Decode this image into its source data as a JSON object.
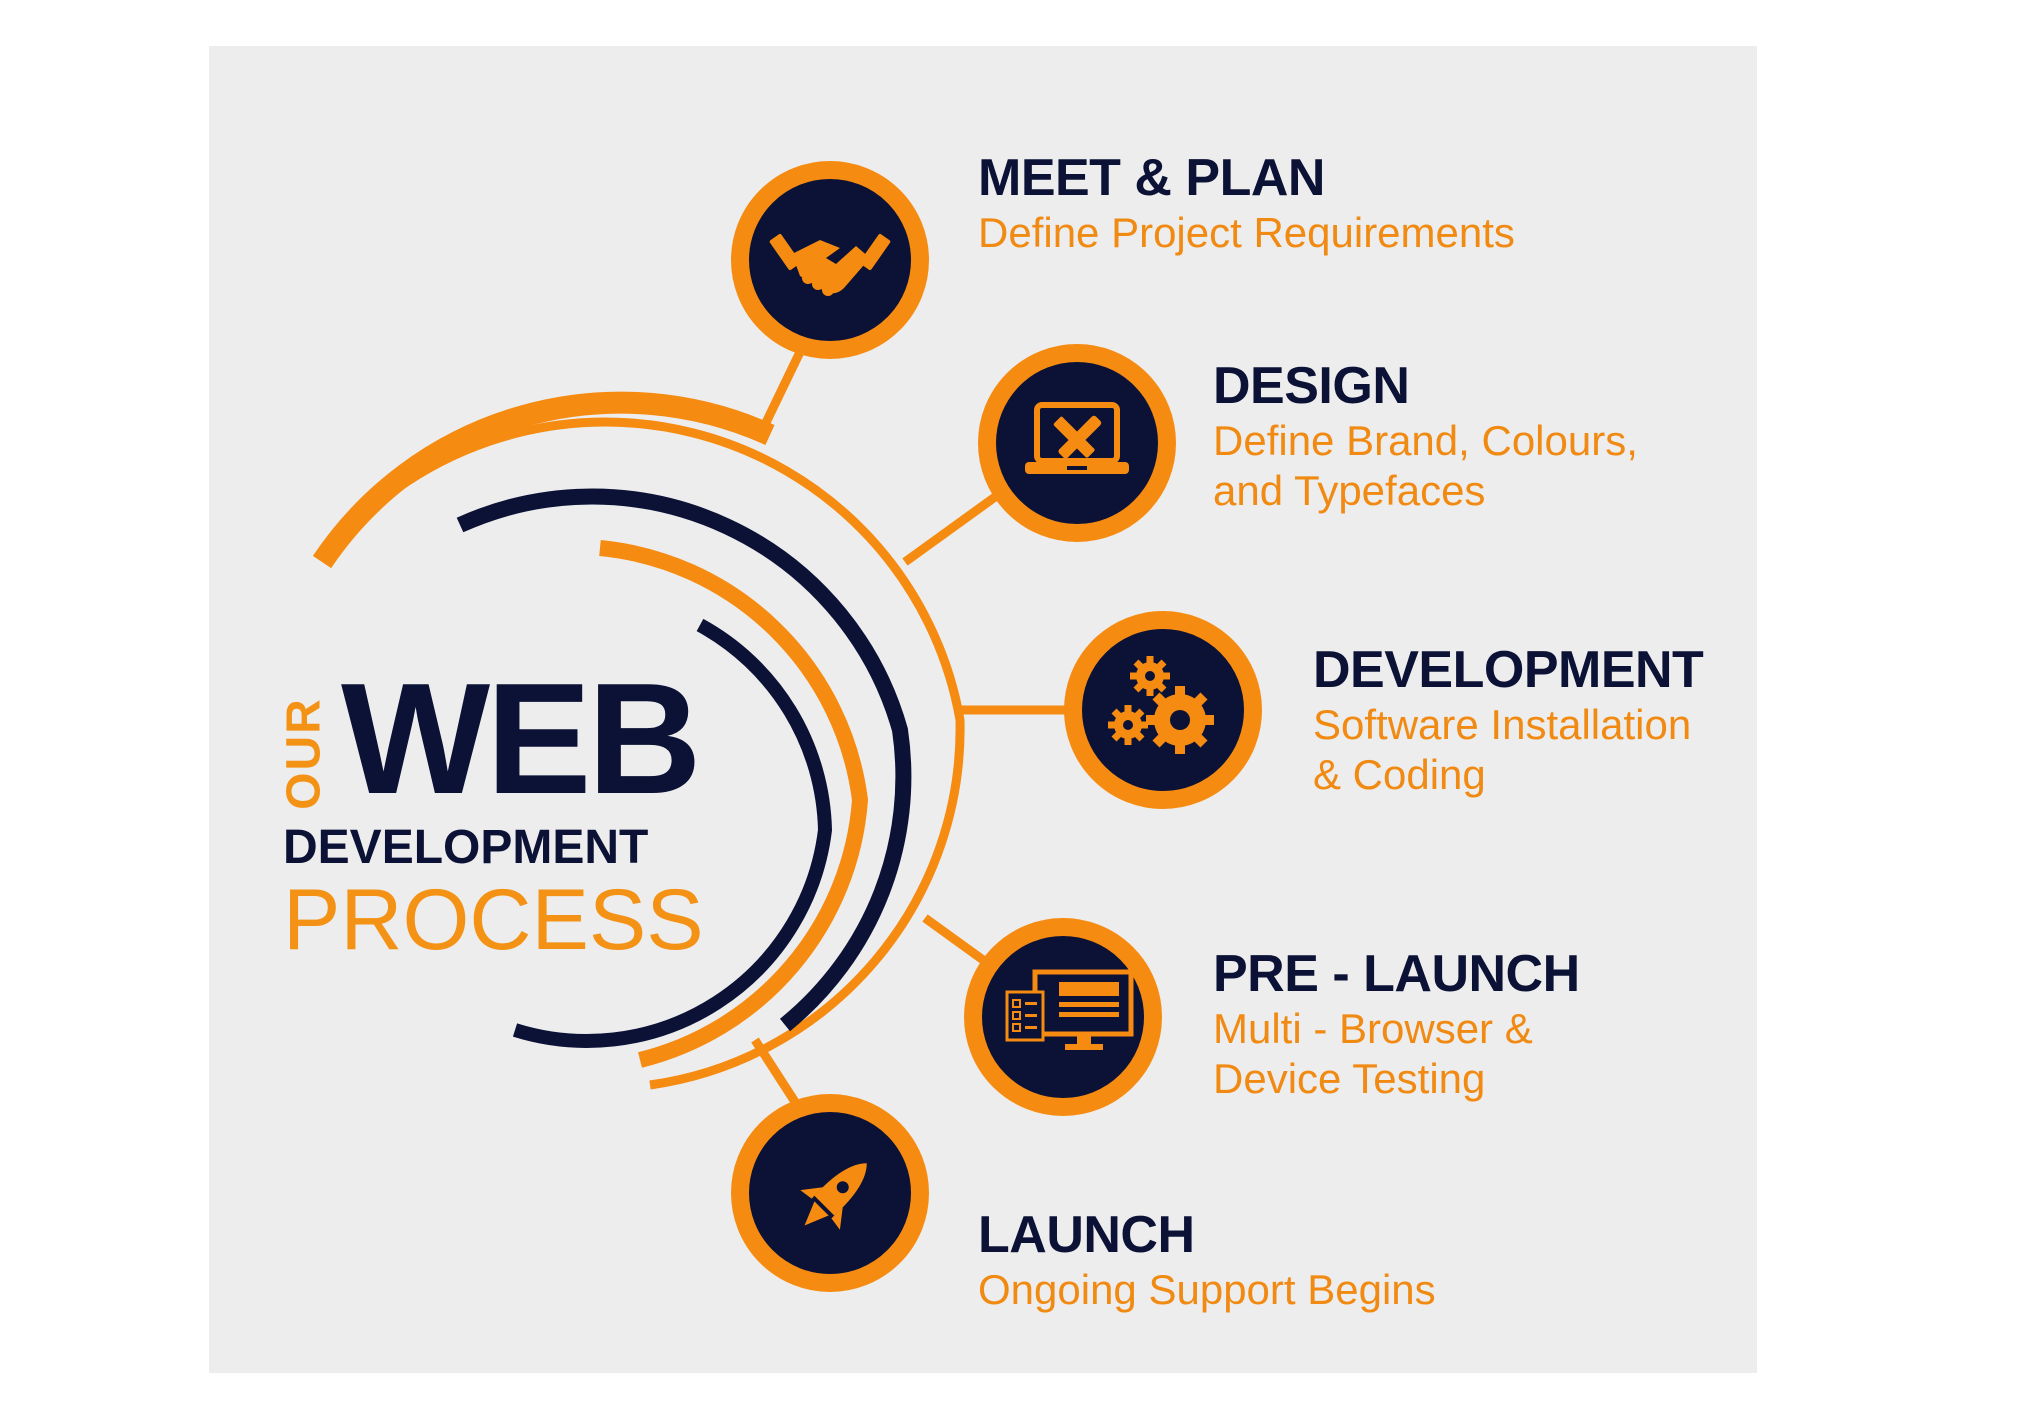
{
  "colors": {
    "background": "#ffffff",
    "card": "#ededed",
    "orange": "#f68b11",
    "navy": "#0c1236"
  },
  "title": {
    "our": "OUR",
    "web": "WEB",
    "development": "DEVELOPMENT",
    "process": "PROCESS"
  },
  "steps": [
    {
      "title": "MEET & PLAN",
      "description": "Define Project Requirements",
      "icon": "handshake-icon"
    },
    {
      "title": "DESIGN",
      "description": "Define Brand, Colours,\nand Typefaces",
      "icon": "laptop-pencil-ruler-icon"
    },
    {
      "title": "DEVELOPMENT",
      "description": "Software Installation\n& Coding",
      "icon": "gears-icon"
    },
    {
      "title": "PRE - LAUNCH",
      "description": "Multi - Browser &\nDevice Testing",
      "icon": "monitor-checklist-icon"
    },
    {
      "title": "LAUNCH",
      "description": "Ongoing Support Begins",
      "icon": "rocket-icon"
    }
  ]
}
